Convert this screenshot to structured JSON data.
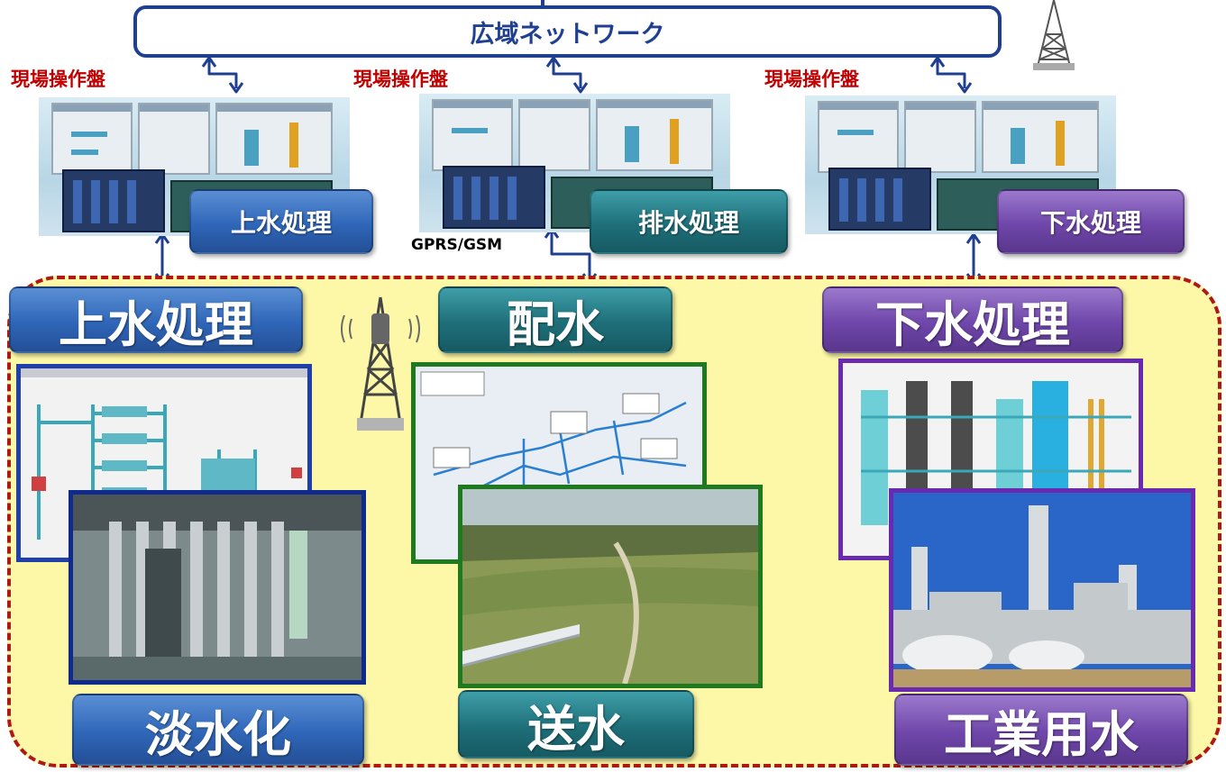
{
  "network": {
    "label": "広域ネットワーク"
  },
  "field_panels": [
    {
      "label": "現場操作盤",
      "button": "上水処理",
      "color": "#2f66b8"
    },
    {
      "label": "現場操作盤",
      "button": "排水処理",
      "color": "#1e6f79"
    },
    {
      "label": "現場操作盤",
      "button": "下水処理",
      "color": "#6f46aa"
    }
  ],
  "link": {
    "label": "GPRS/GSM"
  },
  "categories": {
    "top": [
      "上水処理",
      "配水",
      "下水処理"
    ],
    "bottom": [
      "淡水化",
      "送水",
      "工業用水"
    ]
  },
  "colors": {
    "arrow": "#1f3f8f",
    "field_label": "#c00000",
    "boundary": "#b01818",
    "area_fill": "#fdf8a8"
  },
  "icons": [
    "radio-tower-icon",
    "radio-tower-icon"
  ]
}
